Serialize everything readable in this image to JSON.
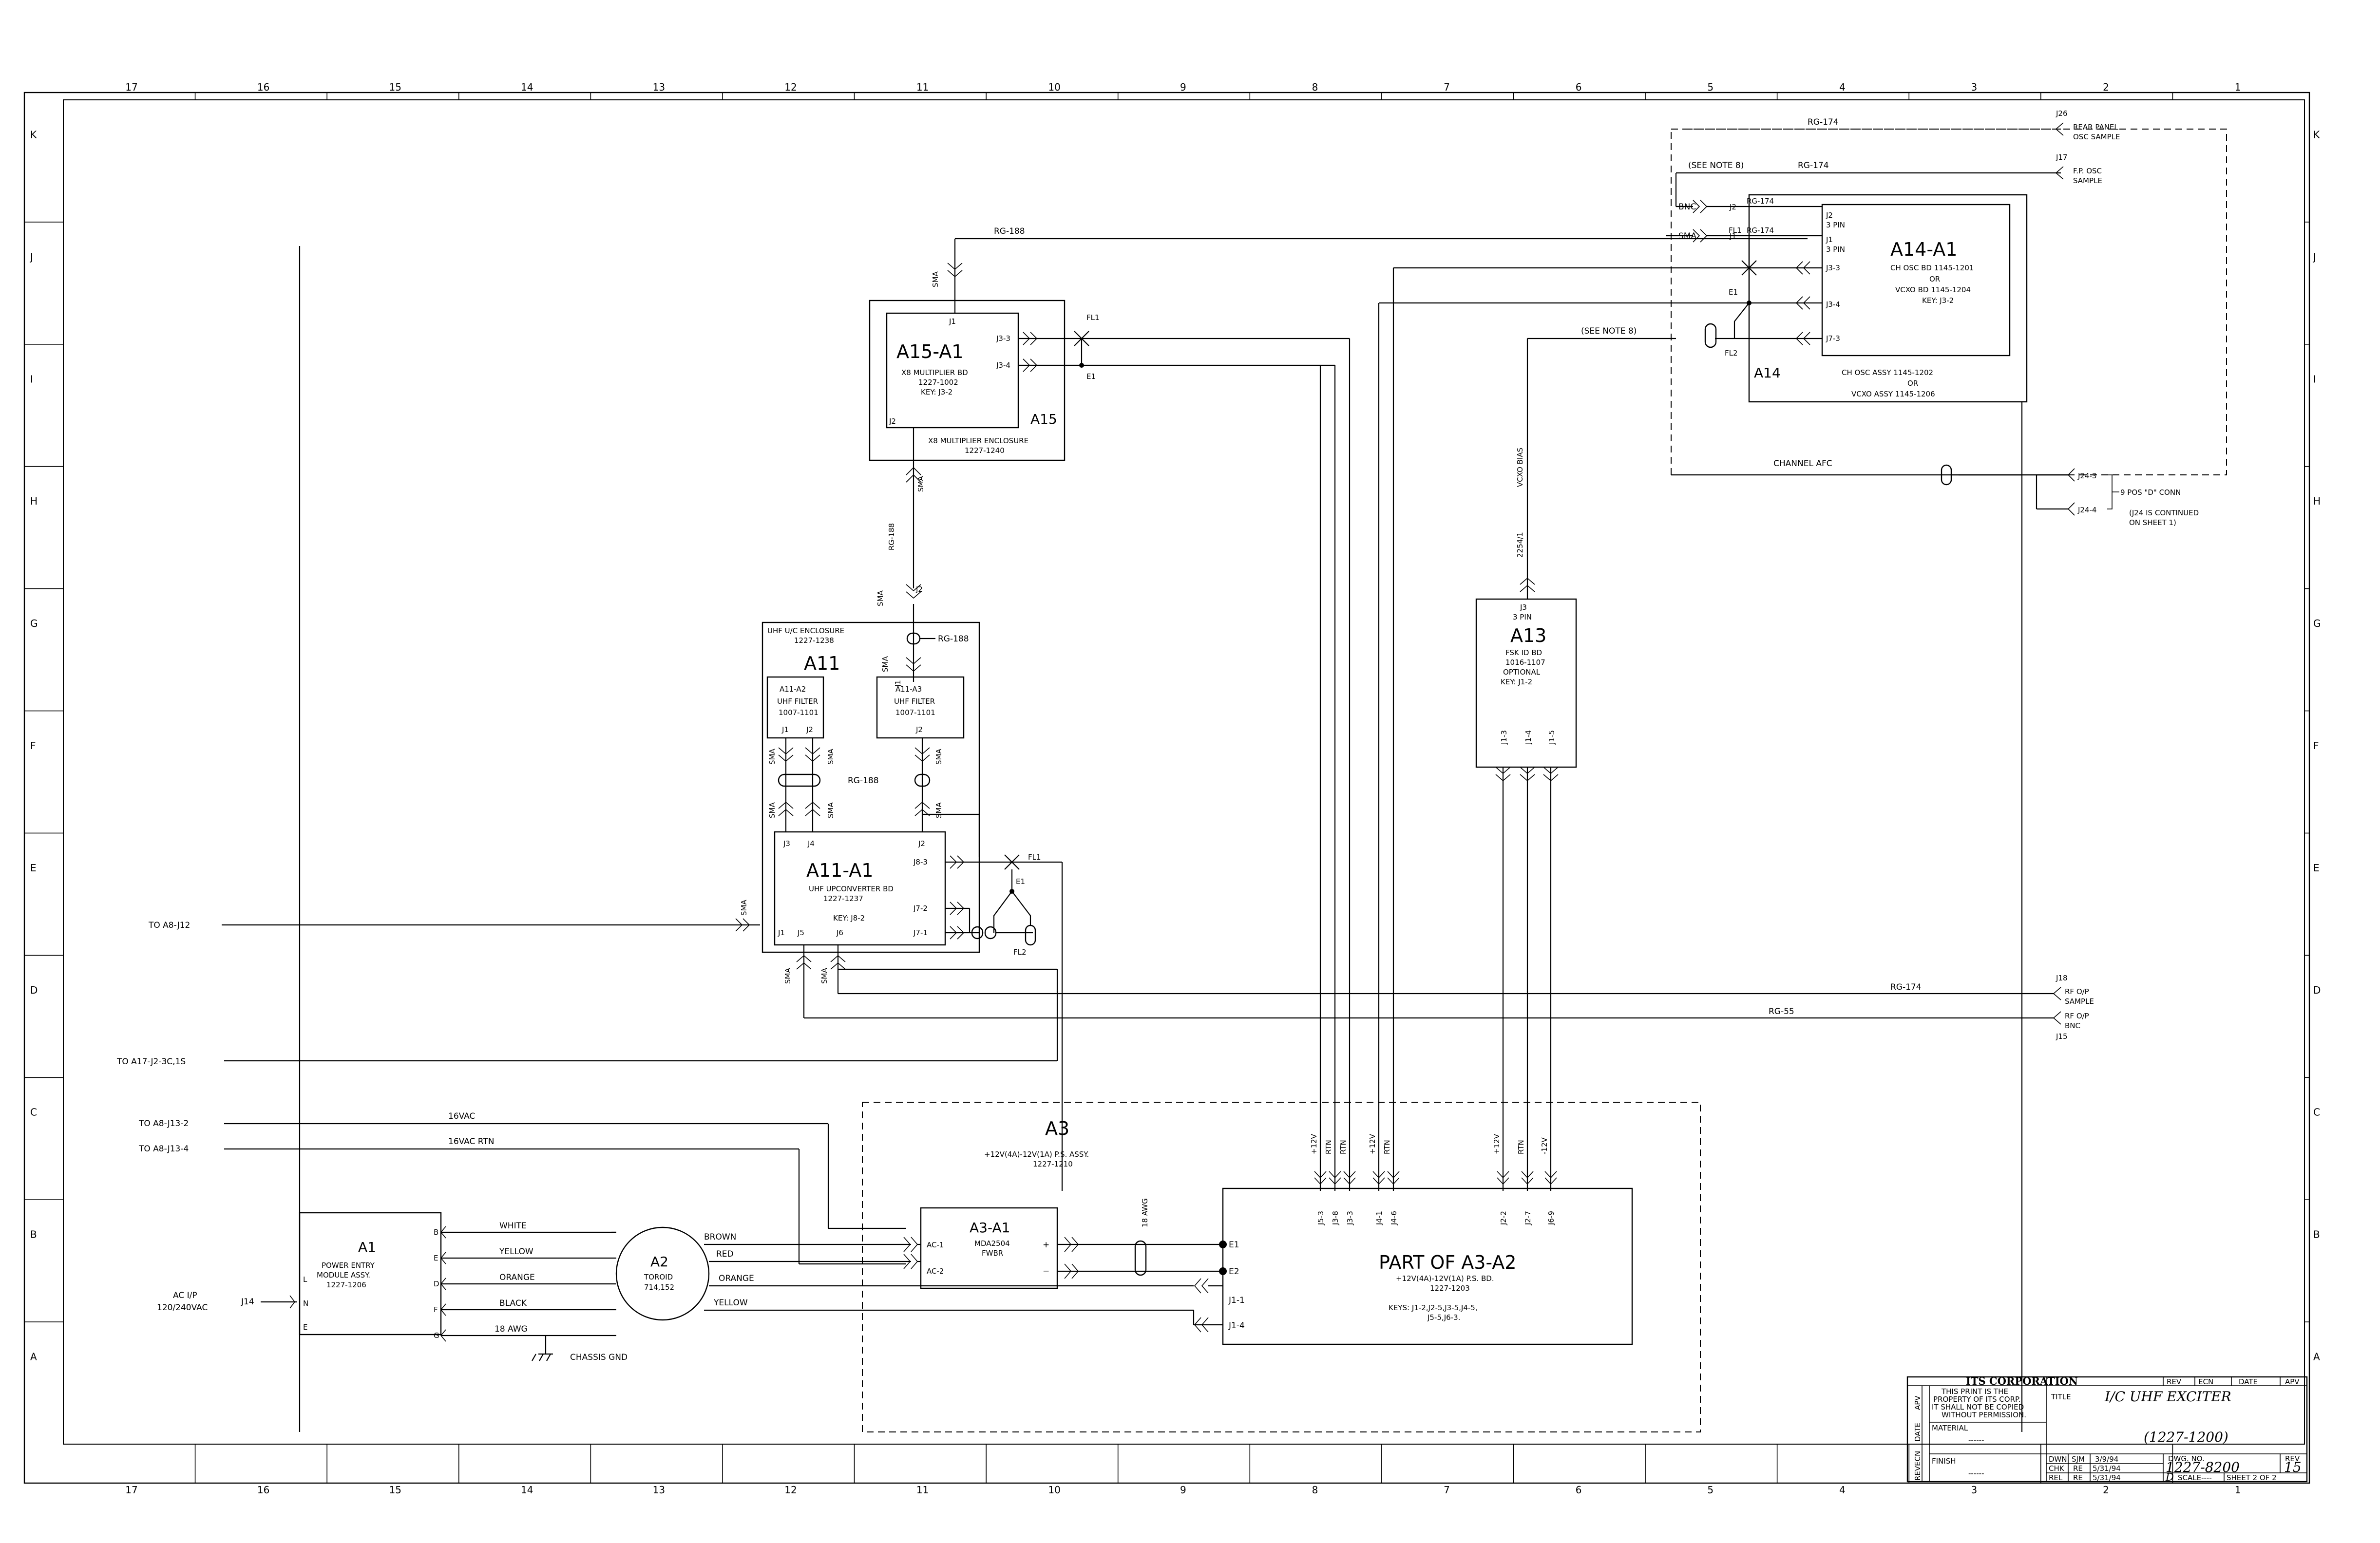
{
  "zones": {
    "columns": [
      "17",
      "16",
      "15",
      "14",
      "13",
      "12",
      "11",
      "10",
      "9",
      "8",
      "7",
      "6",
      "5",
      "4",
      "3",
      "2",
      "1"
    ],
    "rows": [
      "K",
      "J",
      "I",
      "H",
      "G",
      "F",
      "E",
      "D",
      "C",
      "B",
      "A"
    ]
  },
  "offsheet": {
    "a8_j12": "TO A8-J12",
    "a17": "TO A17-J2-3C,1S",
    "a8_j13_2": "TO A8-J13-2",
    "a8_j13_4": "TO A8-J13-4",
    "ac_ip": "AC I/P",
    "ac_volts": "120/240VAC",
    "j14": "J14"
  },
  "a1": {
    "ref": "A1",
    "line1": "POWER ENTRY",
    "line2": "MODULE ASSY.",
    "line3": "1227-1206",
    "pins": [
      "L",
      "N",
      "E"
    ],
    "out_pins": [
      "B",
      "E",
      "D",
      "F",
      "G"
    ]
  },
  "a1_wires": [
    "WHITE",
    "YELLOW",
    "ORANGE",
    "BLACK",
    "18 AWG"
  ],
  "chassis_gnd": "CHASSIS GND",
  "a2": {
    "ref": "A2",
    "line1": "TOROID",
    "line2": "714,152"
  },
  "a2_wires": [
    "BROWN",
    "RED",
    "ORANGE",
    "YELLOW"
  ],
  "vac": {
    "v16": "16VAC",
    "v16rtn": "16VAC RTN"
  },
  "a3": {
    "ref": "A3",
    "line1": "+12V(4A)-12V(1A) P.S. ASSY.",
    "line2": "1227-1210"
  },
  "a3a1": {
    "ref": "A3-A1",
    "line1": "MDA2504",
    "line2": "FWBR",
    "ac1": "AC-1",
    "ac2": "AC-2",
    "plus": "+",
    "minus": "−"
  },
  "awg18": "18 AWG",
  "a3a2": {
    "ref": "PART OF A3-A2",
    "line1": "+12V(4A)-12V(1A) P.S. BD.",
    "line2": "1227-1203",
    "line3": "KEYS:  J1-2,J2-5,J3-5,J4-5,",
    "line4": "J5-5,J6-3.",
    "e1": "E1",
    "e2": "E2",
    "j11": "J1-1",
    "j14": "J1-4"
  },
  "a3a2_pins": [
    "J5-3",
    "J3-8",
    "J3-3",
    "J4-1",
    "J4-6",
    "J2-2",
    "J2-7",
    "J6-9"
  ],
  "a3a2_sigs": [
    "+12V",
    "RTN",
    "RTN",
    "+12V",
    "RTN",
    "+12V",
    "RTN",
    "-12V"
  ],
  "a15": {
    "ref": "A15-A1",
    "line1": "X8 MULTIPLIER BD",
    "line2": "1227-1002",
    "line3": "KEY: J3-2",
    "encl": "A15",
    "encl1": "X8 MULTIPLIER ENCLOSURE",
    "encl2": "1227-1240",
    "j1": "J1",
    "j2": "J2",
    "j33": "J3-3",
    "j34": "J3-4",
    "fl1": "FL1",
    "e1": "E1"
  },
  "a11": {
    "encl_title": "UHF U/C ENCLOSURE",
    "encl_pn": "1227-1238",
    "ref": "A11",
    "a2": {
      "ref": "A11-A2",
      "l1": "UHF FILTER",
      "l2": "1007-1101",
      "j1": "J1",
      "j2": "J2"
    },
    "a3": {
      "ref": "A11-A3",
      "l1": "UHF FILTER",
      "l2": "1007-1101",
      "j1": "J1",
      "j2": "J2"
    },
    "a1": {
      "ref": "A11-A1",
      "l1": "UHF UPCONVERTER BD",
      "l2": "1227-1237",
      "l3": "KEY: J8-2",
      "j3": "J3",
      "j4": "J4",
      "j2": "J2",
      "j83": "J8-3",
      "j72": "J7-2",
      "j71": "J7-1",
      "j1": "J1",
      "j5": "J5",
      "j6": "J6"
    },
    "fl1": "FL1",
    "fl2": "FL2",
    "e1": "E1",
    "j2": "J2"
  },
  "a13": {
    "j3": "J3",
    "pin": "3 PIN",
    "ref": "A13",
    "l1": "FSK ID BD",
    "l2": "1016-1107",
    "l3": "OPTIONAL",
    "l4": "KEY: J1-2",
    "pins": [
      "J1-3",
      "J1-4",
      "J1-5"
    ]
  },
  "a14": {
    "ref": "A14-A1",
    "l1": "CH OSC BD 1145-1201",
    "l2": "OR",
    "l3": "VCXO BD 1145-1204",
    "l4": "KEY: J3-2",
    "encl": "A14",
    "e1": "CH OSC ASSY 1145-1202",
    "e2": "OR",
    "e3": "VCXO ASSY 1145-1206",
    "j2": "J2",
    "j2pin": "3 PIN",
    "j1": "J1",
    "j1pin": "3 PIN",
    "j33": "J3-3",
    "j34": "J3-4",
    "j73": "J7-3",
    "fl1": "FL1",
    "fl2": "FL2",
    "e1label": "E1",
    "ej2": "J2",
    "ej1": "J1"
  },
  "cables": {
    "rg174": "RG-174",
    "rg188": "RG-188",
    "rg55": "RG-55",
    "sma": "SMA",
    "bnc": "BNC",
    "see_note": "(SEE NOTE 8)",
    "vcxo_bias": "VCXO BIAS",
    "w2254": "2254/1",
    "channel_afc": "CHANNEL AFC"
  },
  "right_conn": {
    "j26": "J26",
    "j26a": "REAR PANEL",
    "j26b": "OSC SAMPLE",
    "j17": "J17",
    "j17a": "F.P. OSC",
    "j17b": "SAMPLE",
    "j243": "J24-3",
    "j244": "J24-4",
    "pos9": "9 POS \"D\" CONN",
    "j24c1": "(J24 IS CONTINUED",
    "j24c2": "ON SHEET 1)",
    "j18": "J18",
    "j18a": "RF O/P",
    "j18b": "SAMPLE",
    "j15": "J15",
    "j15a": "RF O/P",
    "j15b": "BNC"
  },
  "title_block": {
    "company": "ITS CORPORATION",
    "rev": "REV",
    "ecn": "ECN",
    "date": "DATE",
    "apv": "APV",
    "note1": "THIS PRINT IS THE",
    "note2": "PROPERTY OF ITS CORP.",
    "note3": "IT SHALL NOT BE COPIED",
    "note4": "WITHOUT PERMISSION.",
    "title_label": "TITLE",
    "title": "I/C  UHF EXCITER",
    "title2": "(1227-1200)",
    "material": "MATERIAL",
    "material_val": "------",
    "finish": "FINISH",
    "finish_val": "------",
    "dwn": "DWN",
    "dwn_by": "SJM",
    "dwn_date": "3/9/94",
    "chk": "CHK",
    "chk_by": "RE",
    "chk_date": "5/31/94",
    "rel": "REL",
    "rel_by": "RE",
    "rel_date": "5/31/94",
    "dwg_label": "DWG. NO.",
    "dwg_no": "1227-8200",
    "rev_label": "REV",
    "rev_val": "15",
    "size": "D",
    "scale": "SCALE----",
    "sheet": "SHEET 2 OF 2",
    "side": [
      "APV",
      "DATE",
      "ECN",
      "REV"
    ]
  }
}
